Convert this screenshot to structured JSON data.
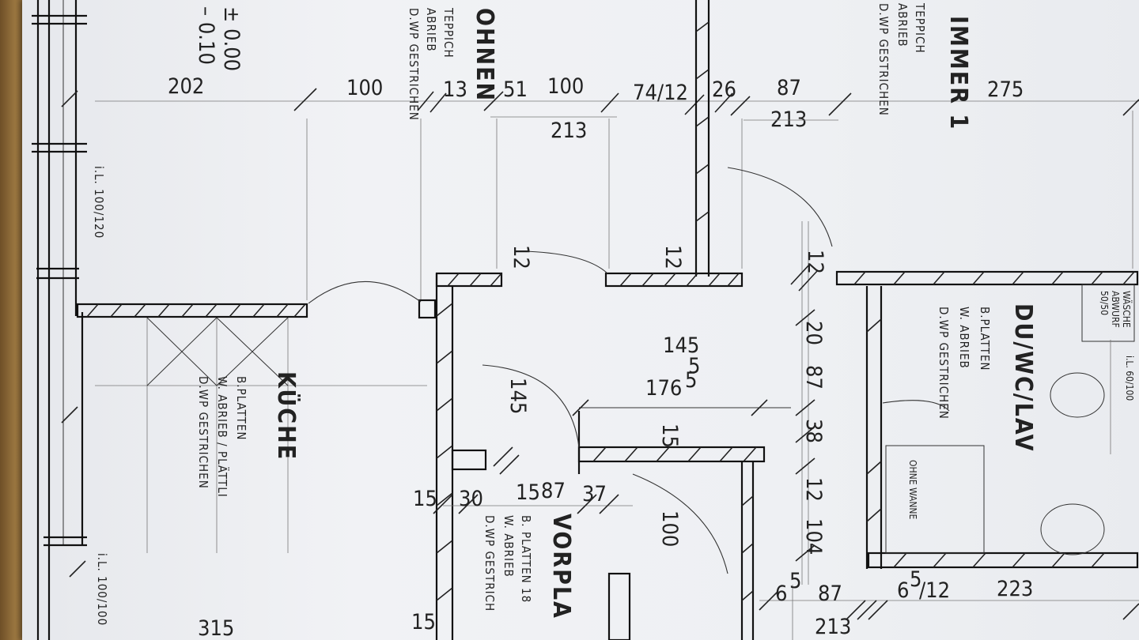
{
  "dimensions": {
    "top_row": [
      "202",
      "100",
      "13",
      "51",
      "100",
      "74/12",
      "26",
      "87",
      "275"
    ],
    "second_row": [
      "213",
      "213"
    ],
    "level_plus": "± 0.00",
    "level_minus": "– 0.10",
    "small_12a": "12",
    "small_12b": "12",
    "small_12c": "12",
    "vorplatz_145a": "145",
    "vorplatz_145b": "145",
    "vorplatz_176": "176",
    "sup_5a": "5",
    "sup_5b": "5",
    "vertical_stack": [
      "20",
      "87",
      "38",
      "12",
      "104"
    ],
    "bottom_15a": "15",
    "bottom_30": "30",
    "bottom_15b": "15",
    "bottom_87": "87",
    "bottom_37": "37",
    "mid_15": "15",
    "dim_100": "100",
    "bottom_65a": "6",
    "bottom_87b": "87",
    "bottom_65b": "6",
    "bottom_12": "/12",
    "bottom_223": "223",
    "bottom_213": "213",
    "bottom_315": "315",
    "bottom_15c": "15"
  },
  "rooms": {
    "wohnen": "OHNEN",
    "zimmer": "IMMER 1",
    "kueche": "KÜCHE",
    "bad": "DU/WC/LAV",
    "vorplatz": "VORPLA"
  },
  "notes": {
    "wohnen_floor": [
      "TEPPICH",
      "ABRIEB",
      "D.WP GESTRICHEN"
    ],
    "zimmer_floor": [
      "TEPPICH",
      "ABRIEB",
      "D.WP GESTRICHEN"
    ],
    "kueche_floor": [
      "B.PLATTEN",
      "W. ABRIEB / PLÄTTLI",
      "D.WP GESTRICHEN"
    ],
    "bad_floor": [
      "B.PLATTEN",
      "W. ABRIEB",
      "D.WP GESTRICHEN"
    ],
    "vorplatz_floor": [
      "B. PLATTEN 18",
      "W. ABRIEB",
      "D.WP GESTRICH"
    ],
    "window_1": "i.L. 100/120",
    "window_2": "i.L. 100/100",
    "window_bad": "i.L. 60/100",
    "waesche": [
      "WÄSCHE",
      "ABWURF",
      "50/50"
    ],
    "wanne": "OHNE WANNE"
  }
}
